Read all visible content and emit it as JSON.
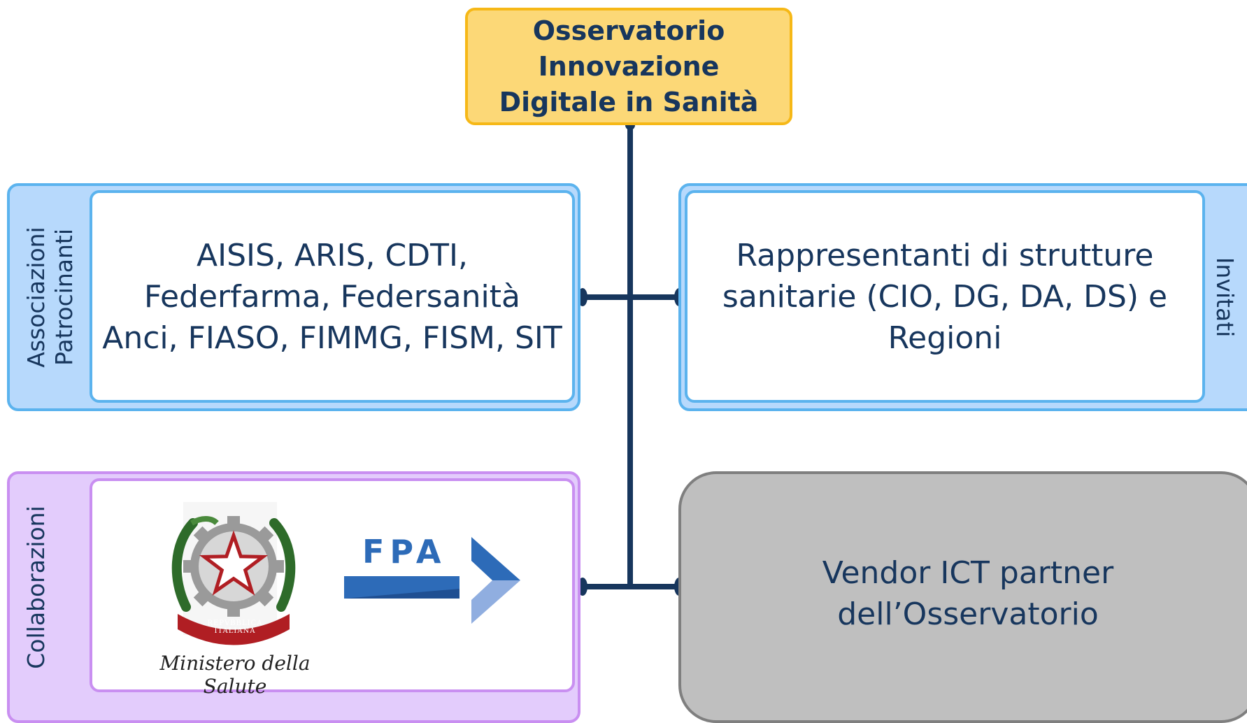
{
  "top_box": {
    "lines": [
      "Osservatorio",
      "Innovazione",
      "Digitale in Sanità"
    ]
  },
  "associazioni": {
    "side_label_lines": [
      "Associazioni",
      "Patrocinanti"
    ],
    "lines": [
      "AISIS, ARIS, CDTI,",
      "Federfarma, Federsanità",
      "Anci, FIASO, FIMMG, FISM, SIT"
    ]
  },
  "invitati": {
    "side_label": "Invitati",
    "lines": [
      "Rappresentanti di strutture",
      "sanitarie (CIO, DG, DA, DS) e",
      "Regioni"
    ]
  },
  "collaborazioni": {
    "side_label": "Collaborazioni",
    "ministero_caption": "Ministero della Salute",
    "emblem_ribbon_text": "REPVBBLICA ITALIANA",
    "fpa_logo_text": "FPA"
  },
  "vendor": {
    "lines": [
      "Vendor ICT partner",
      "dell’Osservatorio"
    ]
  },
  "colors": {
    "navy_text": "#17365d",
    "yellow_fill": "#fcd877",
    "yellow_border": "#f6b817",
    "blue_fill": "#b7d9fc",
    "blue_border": "#5bb3ee",
    "purple_fill": "#e3ccfc",
    "purple_border": "#c98ff1",
    "grey_fill": "#bfbfbf",
    "grey_border": "#7f7f7f",
    "fpa_blue": "#2d6bb8"
  }
}
